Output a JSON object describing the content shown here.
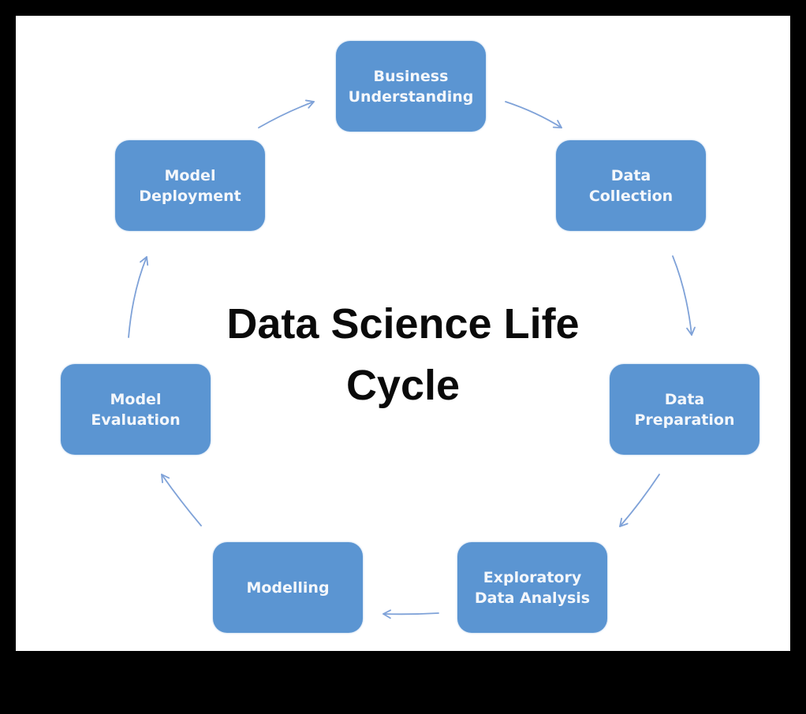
{
  "diagram": {
    "title_line1": "Data Science Life",
    "title_line2": "Cycle",
    "box_color": "#5B95D2",
    "text_color": "#F4F7FB",
    "arrow_color": "#7FA2D8",
    "stages": [
      {
        "label": "Business\nUnderstanding"
      },
      {
        "label": "Data\nCollection"
      },
      {
        "label": "Data\nPreparation"
      },
      {
        "label": "Exploratory\nData Analysis"
      },
      {
        "label": "Modelling"
      },
      {
        "label": "Model\nEvaluation"
      },
      {
        "label": "Model\nDeployment"
      }
    ],
    "flow": [
      {
        "from": "Business Understanding",
        "to": "Data Collection"
      },
      {
        "from": "Data Collection",
        "to": "Data Preparation"
      },
      {
        "from": "Data Preparation",
        "to": "Exploratory Data Analysis"
      },
      {
        "from": "Exploratory Data Analysis",
        "to": "Modelling"
      },
      {
        "from": "Modelling",
        "to": "Model Evaluation"
      },
      {
        "from": "Model Evaluation",
        "to": "Model Deployment"
      },
      {
        "from": "Model Deployment",
        "to": "Business Understanding"
      }
    ]
  }
}
